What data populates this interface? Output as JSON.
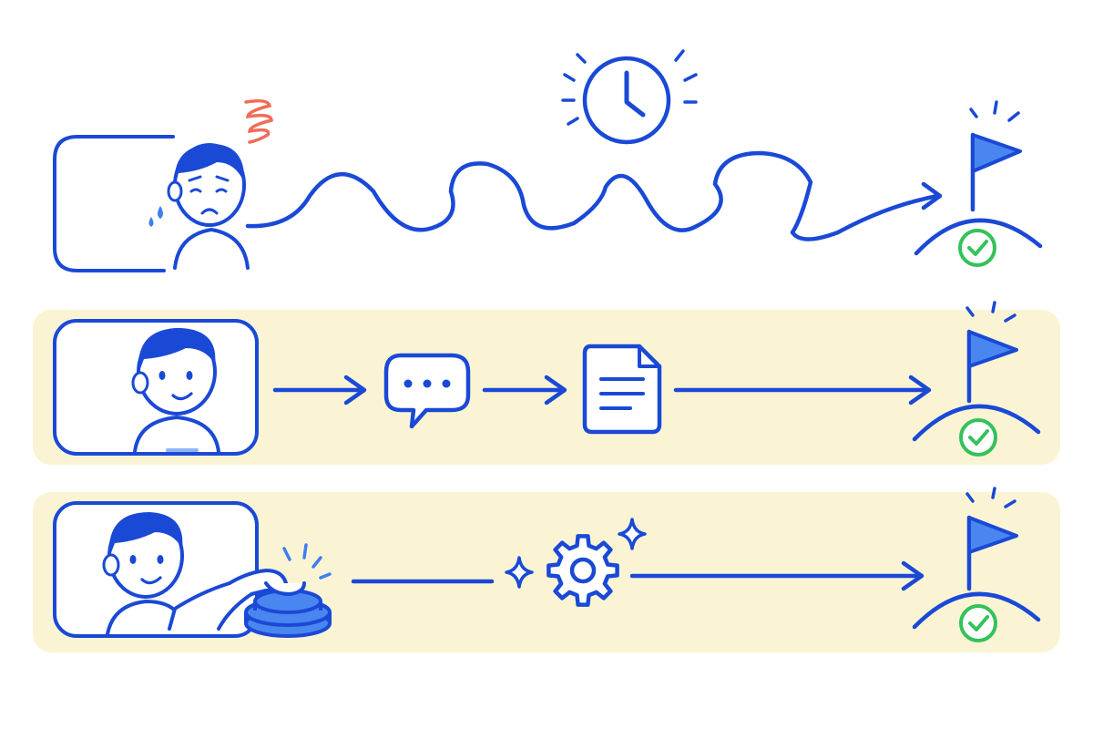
{
  "colors": {
    "stroke": "#1a49d6",
    "band": "#fbf4d4",
    "flag_fill": "#4a86f0",
    "check": "#34c25a",
    "stress": "#ef6d5a",
    "sweat": "#3d7ef0",
    "skin": "#ffffff",
    "hair": "#1a49d6",
    "button_fill": "#4a86f0"
  },
  "rows": [
    {
      "id": "slow-path",
      "person_mood": "worried",
      "path_style": "winding",
      "steps": [
        "clock-icon"
      ],
      "goal": "flag-with-check"
    },
    {
      "id": "conversation-path",
      "person_mood": "smiling",
      "path_style": "straight",
      "steps": [
        "chat-bubble-icon",
        "document-icon"
      ],
      "goal": "flag-with-check"
    },
    {
      "id": "one-click-path",
      "person_mood": "smiling",
      "path_style": "straight",
      "steps": [
        "push-button-icon",
        "sparkle-icon",
        "gear-icon",
        "sparkle-icon"
      ],
      "goal": "flag-with-check"
    }
  ]
}
